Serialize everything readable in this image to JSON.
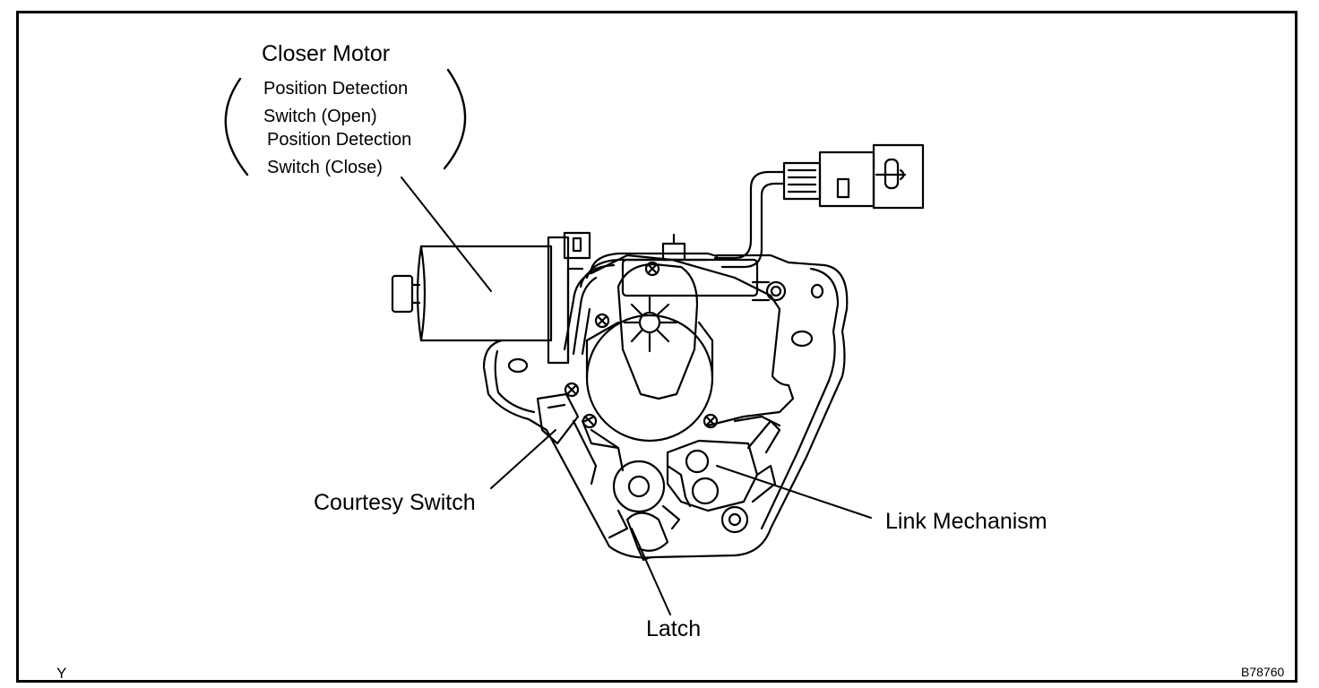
{
  "labels": {
    "closer_motor": "Closer Motor",
    "pos_open_line1": "Position Detection",
    "pos_open_line2": "Switch (Open)",
    "pos_close_line1": "Position Detection",
    "pos_close_line2": "Switch (Close)",
    "courtesy_switch": "Courtesy Switch",
    "link_mechanism": "Link Mechanism",
    "latch": "Latch",
    "corner_code": "Y",
    "figure_id": "B78760"
  }
}
